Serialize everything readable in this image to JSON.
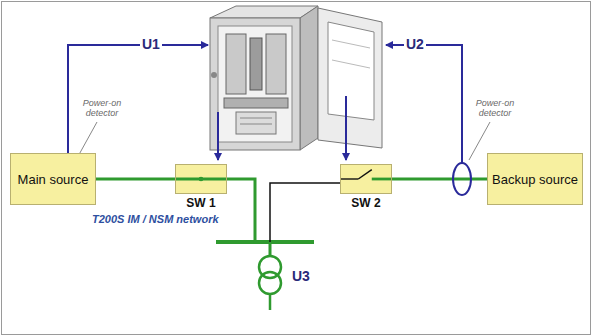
{
  "diagram": {
    "nodes": [
      {
        "text": [
          "Main source"
        ]
      },
      {
        "text": [
          "SW 1"
        ]
      },
      {
        "text": [
          "SW 2"
        ]
      },
      {
        "text": [
          "Backup source"
        ]
      }
    ],
    "edges": [
      {
        "from": 0,
        "to": 1,
        "arrow": "none"
      },
      {
        "from": 1,
        "to": 2,
        "arrow": "none"
      },
      {
        "from": 2,
        "to": 3,
        "arrow": "none"
      }
    ],
    "labels": [
      "U1",
      "U2",
      "U3",
      "Power-on detector",
      "Power-on detector",
      "T200S IM / NSM network"
    ]
  }
}
